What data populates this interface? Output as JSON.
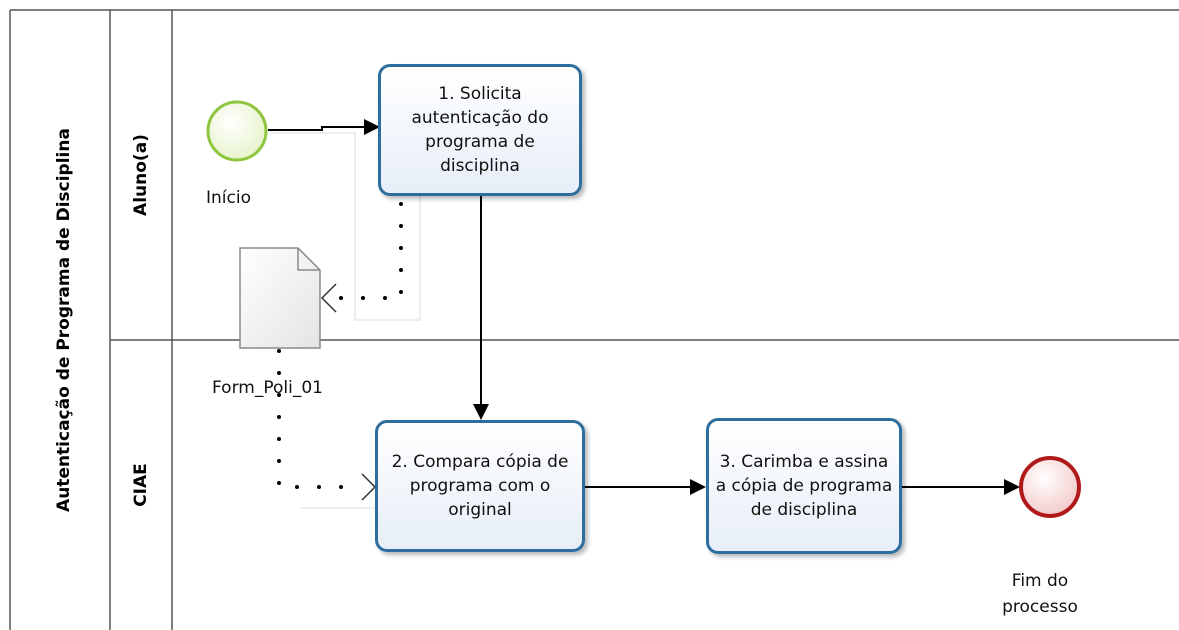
{
  "pool": {
    "title": "Autenticação de Programa de Disciplina"
  },
  "lanes": [
    {
      "label": "Aluno(a)"
    },
    {
      "label": "CIAE"
    }
  ],
  "events": {
    "start": {
      "label": "Início",
      "color": "#8fc63f"
    },
    "end": {
      "label": "Fim do processo",
      "color": "#b11a1a"
    }
  },
  "tasks": [
    {
      "label": "1. Solicita autenticação do programa de disciplina"
    },
    {
      "label": "2. Compara cópia de programa com o original"
    },
    {
      "label": "3. Carimba e assina a cópia de programa de disciplina"
    }
  ],
  "data_object": {
    "label": "Form_Poli_01"
  },
  "colors": {
    "task_border": "#2e6e9e",
    "line": "#000000"
  }
}
